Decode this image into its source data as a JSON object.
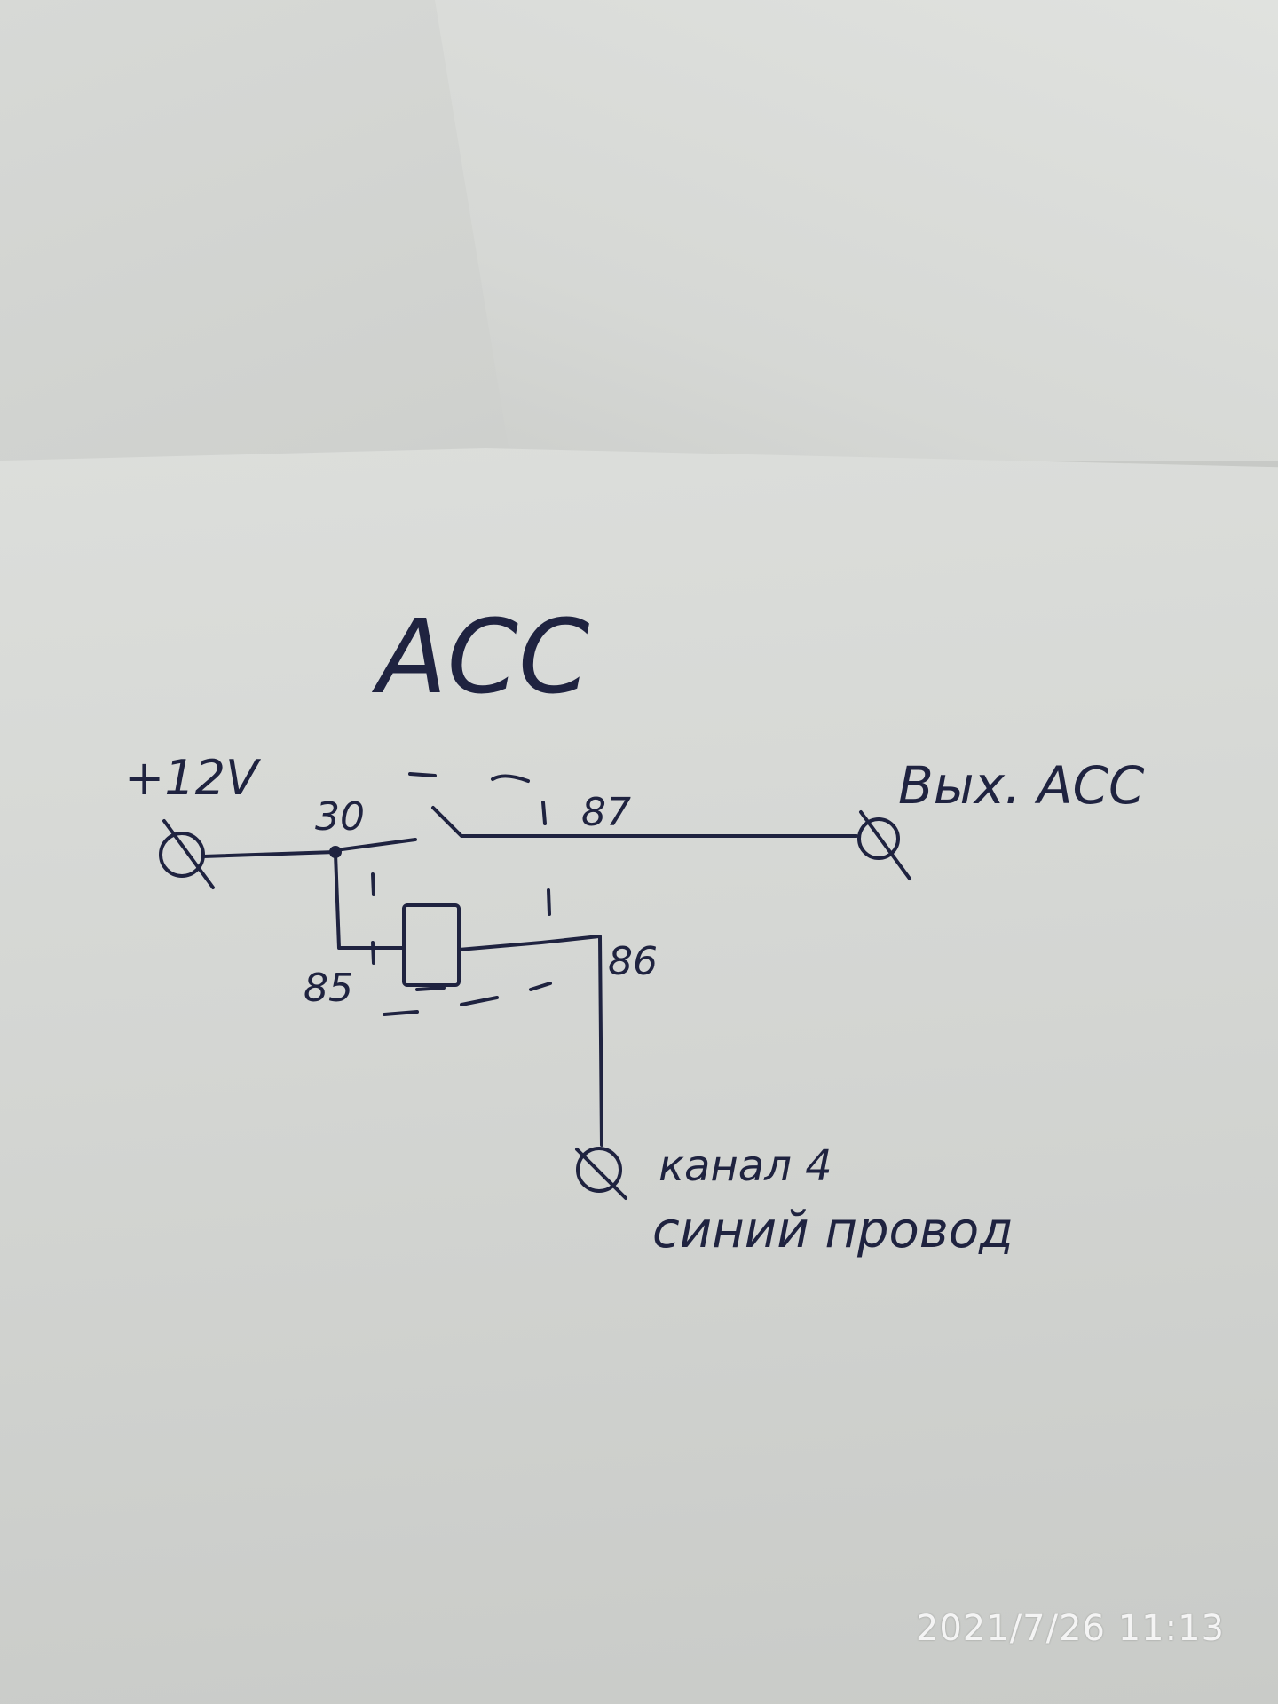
{
  "diagram": {
    "title": "ACC",
    "supply_label": "+12V",
    "output_label": "Вых. ACC",
    "pins": {
      "pin_30": "30",
      "pin_87": "87",
      "pin_85": "85",
      "pin_86": "86"
    },
    "channel_label": "канал 4",
    "wire_label": "синий провод"
  },
  "timestamp": "2021/7/26 11:13",
  "colors": {
    "ink": "#1f2340",
    "paper": "#d6d8d5"
  }
}
